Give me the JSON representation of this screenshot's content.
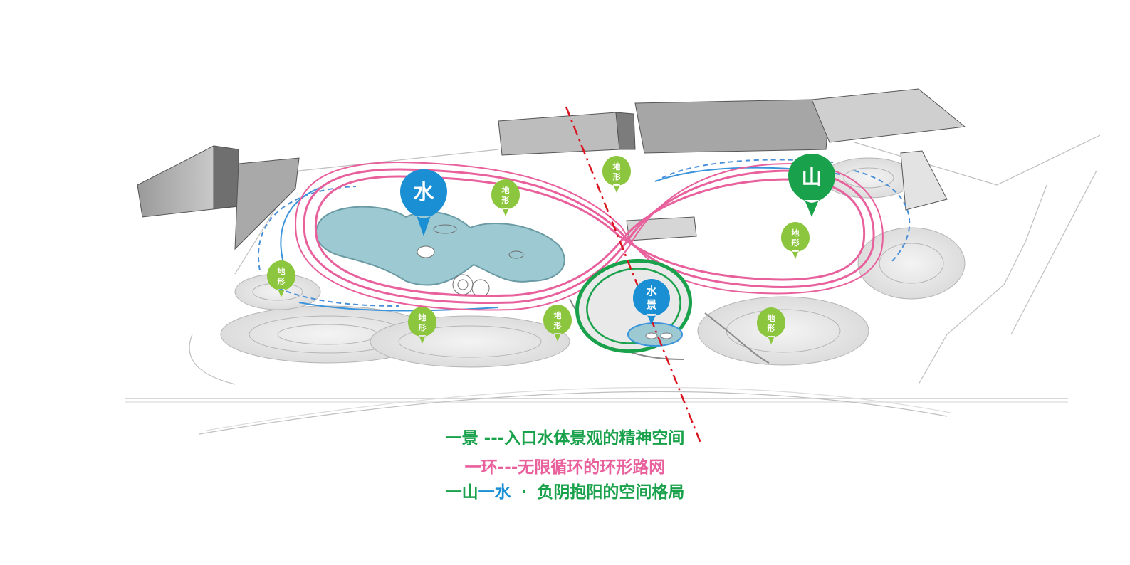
{
  "colors": {
    "scene_green": "#1aa14b",
    "loop_pink": "#e8609c",
    "water_blue": "#1b8fd3",
    "marker_green_light": "#8cc63f",
    "axis_red": "#d9141e",
    "building_gray": "#8c8c8c",
    "water_fill": "#9cc9d2"
  },
  "markers": {
    "water": "水",
    "mountain": "山",
    "water_feature_line1": "水",
    "water_feature_line2": "景",
    "terrain_line1": "地",
    "terrain_line2": "形"
  },
  "legend": {
    "line1": "一景 ---入口水体景观的精神空间",
    "line2": "一环---无限循环的环形路网",
    "line3_part1": "一山",
    "line3_part2": "一水",
    "line3_part3": "·",
    "line3_part4": "负阴抱阳的空间格局"
  }
}
